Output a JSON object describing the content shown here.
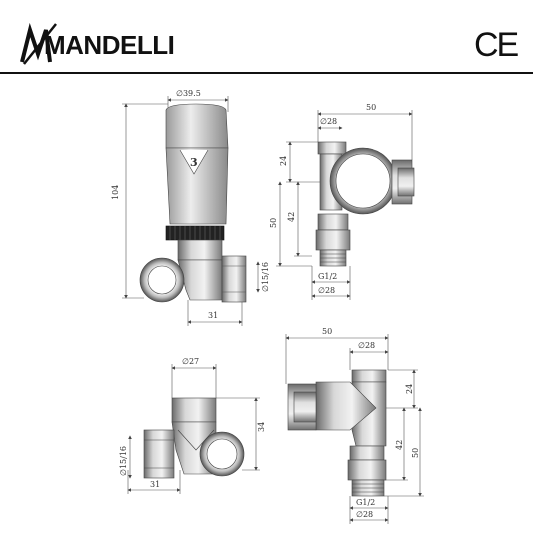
{
  "brand": {
    "name": "MANDELLI",
    "mark": "CE"
  },
  "views": {
    "top_left": {
      "dim_top": "∅39.5",
      "dim_height": "104",
      "dim_side": "∅15/16",
      "dim_bottom": "31",
      "dial_number": "3"
    },
    "top_right": {
      "dim_top_width": "50",
      "dim_top_dia": "∅28",
      "dim_left_24": "24",
      "dim_left_42": "42",
      "dim_left_50": "50",
      "dim_thread": "G1/2",
      "dim_bottom_dia": "∅28"
    },
    "bottom_left": {
      "dim_top": "∅27",
      "dim_height": "34",
      "dim_side": "∅15/16",
      "dim_bottom": "31"
    },
    "bottom_right": {
      "dim_top_width": "50",
      "dim_top_dia": "∅28",
      "dim_right_24": "24",
      "dim_right_42": "42",
      "dim_right_50": "50",
      "dim_thread": "G1/2",
      "dim_bottom_dia": "∅28"
    }
  }
}
